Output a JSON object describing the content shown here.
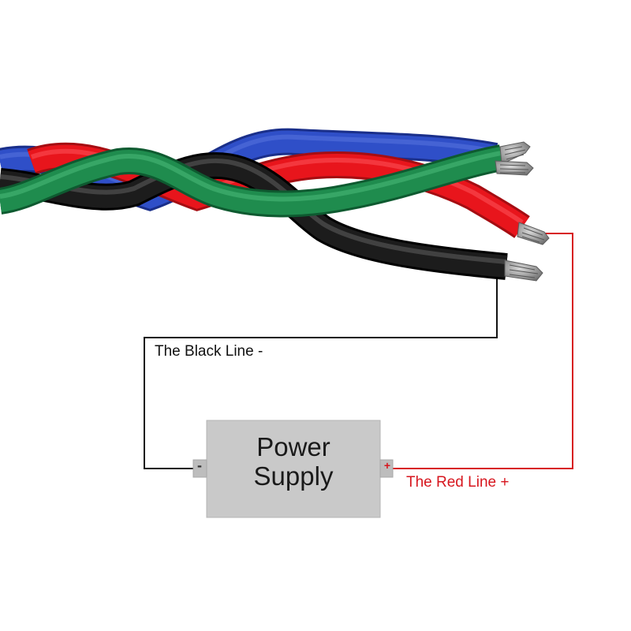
{
  "power_supply": {
    "lines": [
      "Power",
      "Supply"
    ]
  },
  "terminals": {
    "negative": "-",
    "positive": "+"
  },
  "labels": {
    "black_line": "The Black Line -",
    "red_line": "The Red Line +"
  },
  "colors": {
    "red_wire": "#e8151c",
    "black_wire": "#1c1c1c",
    "blue_wire": "#2f4fc8",
    "green_wire": "#1f8c4e",
    "red_line": "#d7161e",
    "black_line": "#111111",
    "power_supply_body": "#c9c9c9"
  }
}
